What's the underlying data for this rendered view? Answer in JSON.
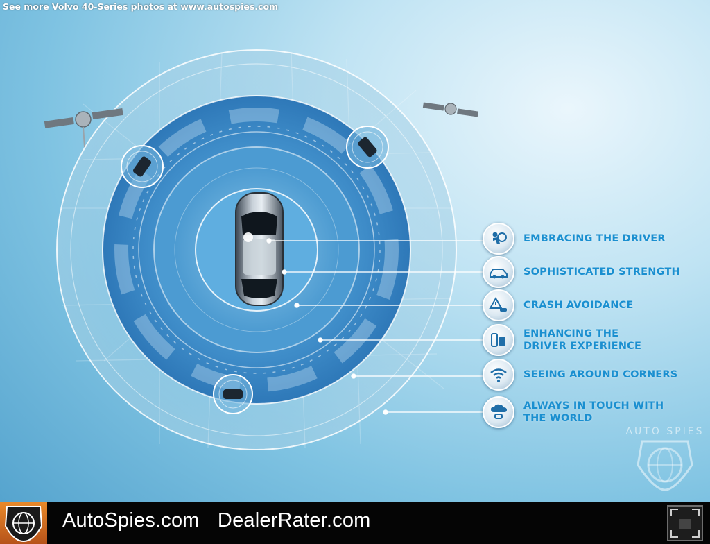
{
  "banner": {
    "text": "See more Volvo 40-Series photos at www.autospies.com"
  },
  "features": [
    {
      "label": "EMBRACING THE DRIVER",
      "icon": "airbag-driver-icon"
    },
    {
      "label": "SOPHISTICATED STRENGTH",
      "icon": "car-frame-icon"
    },
    {
      "label": "CRASH AVOIDANCE",
      "icon": "warning-car-icon"
    },
    {
      "label": "ENHANCING THE\nDRIVER EXPERIENCE",
      "icon": "dashboard-icon"
    },
    {
      "label": "SEEING AROUND CORNERS",
      "icon": "wifi-signal-icon"
    },
    {
      "label": "ALWAYS IN TOUCH WITH\nTHE WORLD",
      "icon": "cloud-connect-icon"
    }
  ],
  "watermark": {
    "text": "AUTO SPIES"
  },
  "footer": {
    "site1": "AutoSpies.com",
    "site2": "DealerRater.com"
  },
  "colors": {
    "accent": "#1a8fd0",
    "footer_bg": "#050505",
    "logo": "#d9742a"
  }
}
